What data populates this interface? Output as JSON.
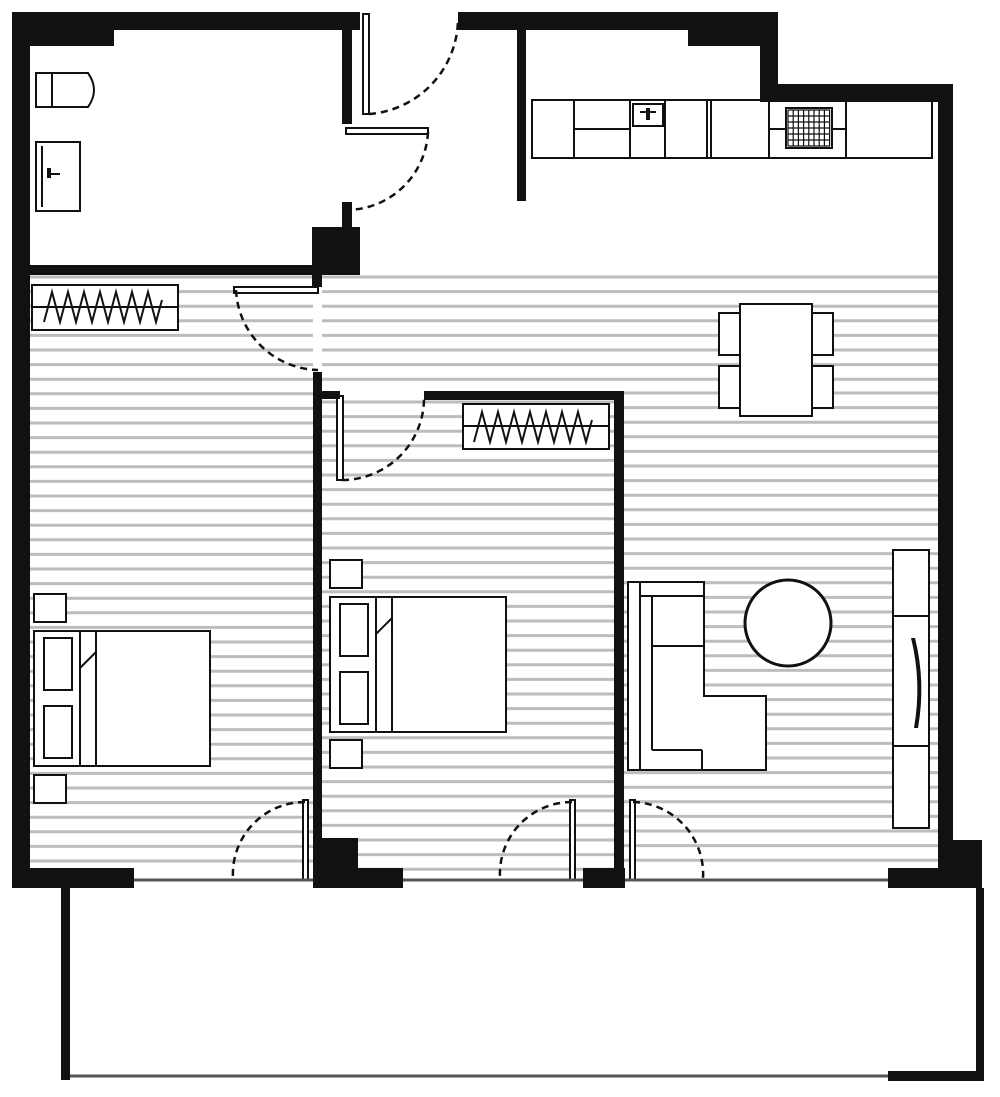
{
  "plan": {
    "colors": {
      "wall": "#111111",
      "floor_hatch": "#bdbdbd",
      "background": "#ffffff",
      "glazing": "#555555"
    },
    "rooms": [
      "bathroom",
      "entrance-hall",
      "kitchen",
      "living-dining-area",
      "bedroom-1",
      "bedroom-2",
      "balcony"
    ],
    "fixtures": [
      "toilet-icon",
      "washbasin-icon",
      "kitchen-counter",
      "sink-icon",
      "cooktop-icon",
      "wardrobe-icon",
      "dining-table",
      "sofa",
      "coffee-table",
      "tv-unit",
      "double-bed",
      "nightstand"
    ]
  }
}
